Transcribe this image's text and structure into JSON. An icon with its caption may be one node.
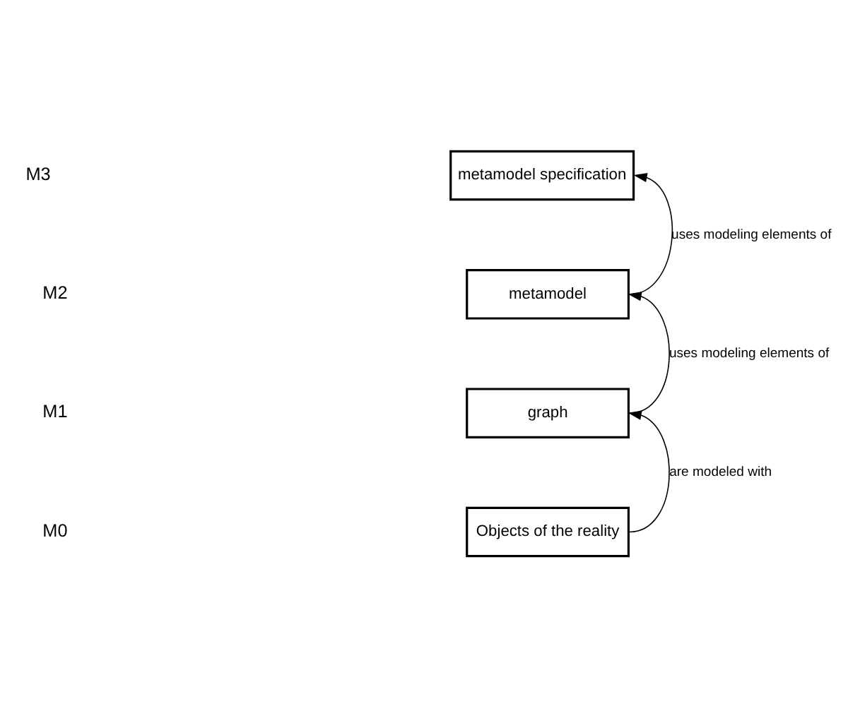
{
  "diagram": {
    "nodes": [
      {
        "text": [
          "metamodel specification"
        ]
      },
      {
        "text": [
          "metamodel"
        ]
      },
      {
        "text": [
          "graph"
        ]
      },
      {
        "text": [
          "Objects of the reality"
        ]
      }
    ],
    "edges": [
      {
        "from": 1,
        "to": 0,
        "arrow": "to",
        "label": "uses modeling elements of"
      },
      {
        "from": 2,
        "to": 1,
        "arrow": "to",
        "label": "uses modeling elements of"
      },
      {
        "from": 3,
        "to": 2,
        "arrow": "to",
        "label": "are modeled with"
      }
    ],
    "labels": [
      "M3",
      "M2",
      "M1",
      "M0"
    ]
  }
}
